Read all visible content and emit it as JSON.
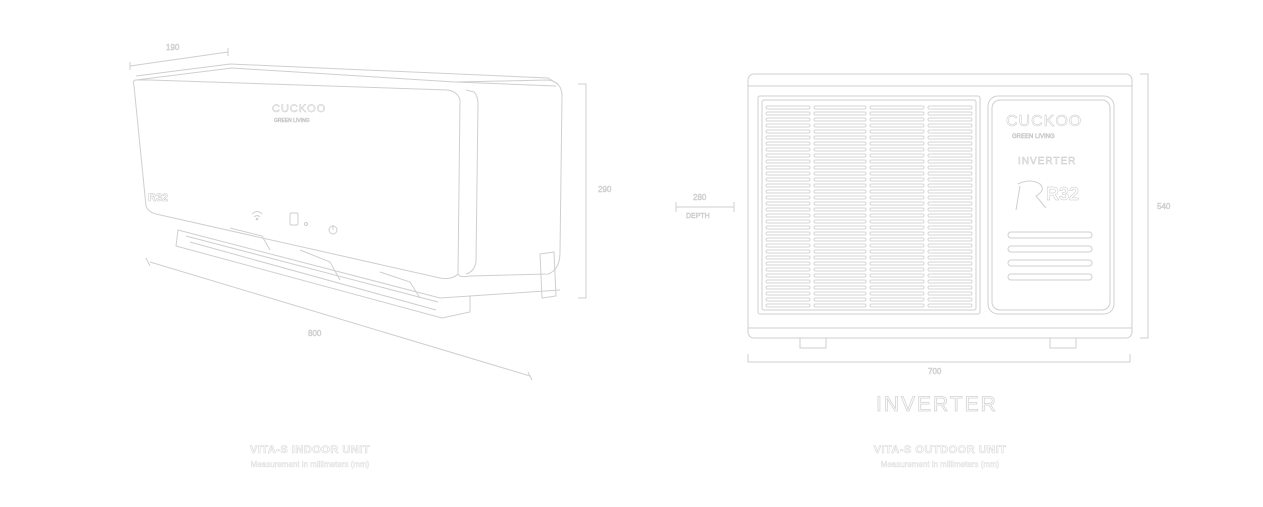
{
  "indoor": {
    "brand": "CUCKOO",
    "brand_sub": "GREEN LIVING",
    "model_badge": "R32",
    "depth_dim": "190",
    "height_dim": "290",
    "width_dim": "800",
    "title": "VITA-S INDOOR UNIT",
    "subtitle": "Measurement in millimeters (mm)"
  },
  "outdoor": {
    "brand": "CUCKOO",
    "brand_sub": "GREEN LIVING",
    "inverter_label": "INVERTER",
    "model_badge": "R32",
    "depth_dim": "280",
    "depth_label": "DEPTH",
    "height_dim": "540",
    "width_dim": "700",
    "title": "VITA-S OUTDOOR UNIT",
    "subtitle": "Measurement in millimeters (mm)"
  },
  "inverter_wordmark": "INVERTER",
  "colors": {
    "line": "#cfcfcf",
    "text_stroke": "#d0d0d0",
    "background": "#ffffff"
  },
  "icons": [
    "wifi-icon",
    "display-icon",
    "power-icon"
  ]
}
